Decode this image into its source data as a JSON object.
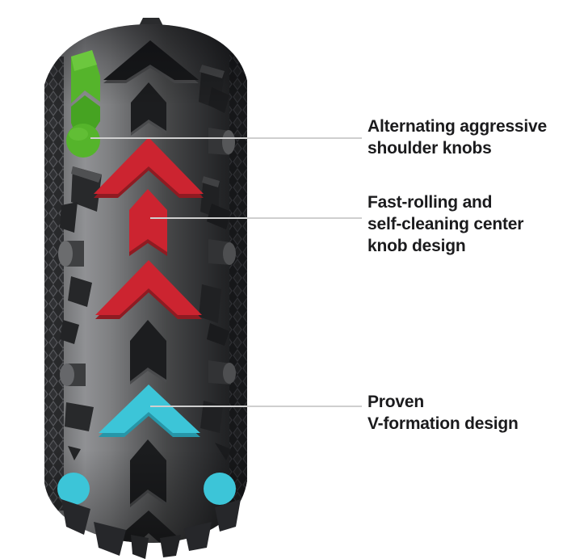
{
  "diagram": {
    "subject": "bicycle-tire-tread-features",
    "background_color": "#ffffff"
  },
  "colors": {
    "green": "#55b42b",
    "red": "#cc2430",
    "cyan": "#3cc5d8",
    "tire_dark": "#1c1d1f",
    "tire_light": "#909194",
    "callout_line": "#cfcfcf",
    "text": "#1b1b1d"
  },
  "callouts": [
    {
      "id": "shoulder-knobs",
      "highlight_color": "#55b42b",
      "highlight_name": "green-alternating-shoulder-knobs",
      "label_lines": [
        "Alternating aggressive",
        "shoulder knobs"
      ]
    },
    {
      "id": "center-knobs",
      "highlight_color": "#cc2430",
      "highlight_name": "red-center-knob-column",
      "label_lines": [
        "Fast-rolling and",
        "self-cleaning center",
        "knob design"
      ]
    },
    {
      "id": "v-formation",
      "highlight_color": "#3cc5d8",
      "highlight_name": "cyan-v-formation-chevron",
      "label_lines": [
        "Proven",
        "V-formation design"
      ]
    }
  ]
}
